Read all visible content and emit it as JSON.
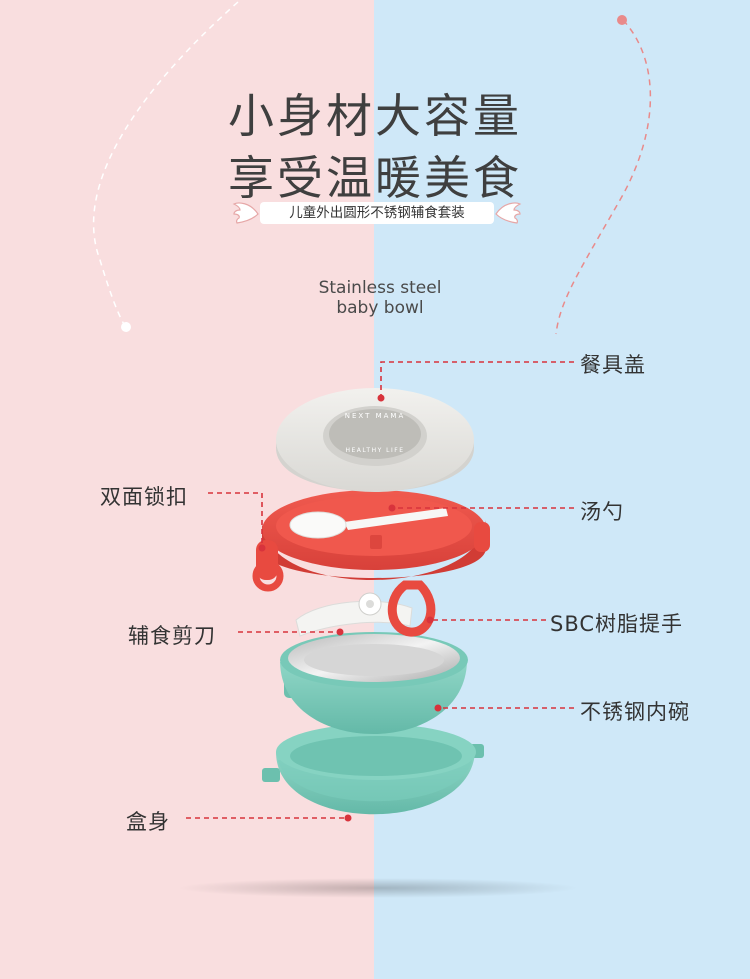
{
  "heading": {
    "line1": "小身材大容量",
    "line2": "享受温暖美食",
    "subtitle": "儿童外出圆形不锈钢辅食套装"
  },
  "product_name": {
    "line1": "Stainless steel",
    "line2": "baby bowl"
  },
  "lid_text": {
    "ring": "NEXT MAMA",
    "center": "HEALTHY LIFE"
  },
  "callouts": {
    "lid": "餐具盖",
    "double_lock": "双面锁扣",
    "spoon": "汤勺",
    "scissors": "辅食剪刀",
    "handle": "SBC树脂提手",
    "inner_bowl": "不锈钢内碗",
    "box_body": "盒身"
  },
  "colors": {
    "bg_left": "#f9dedf",
    "bg_right": "#cfe8f8",
    "leader": "#d8333c",
    "red_part": "#ea4a40",
    "teal_part": "#76c7b6",
    "lid": "#ecebe8"
  }
}
